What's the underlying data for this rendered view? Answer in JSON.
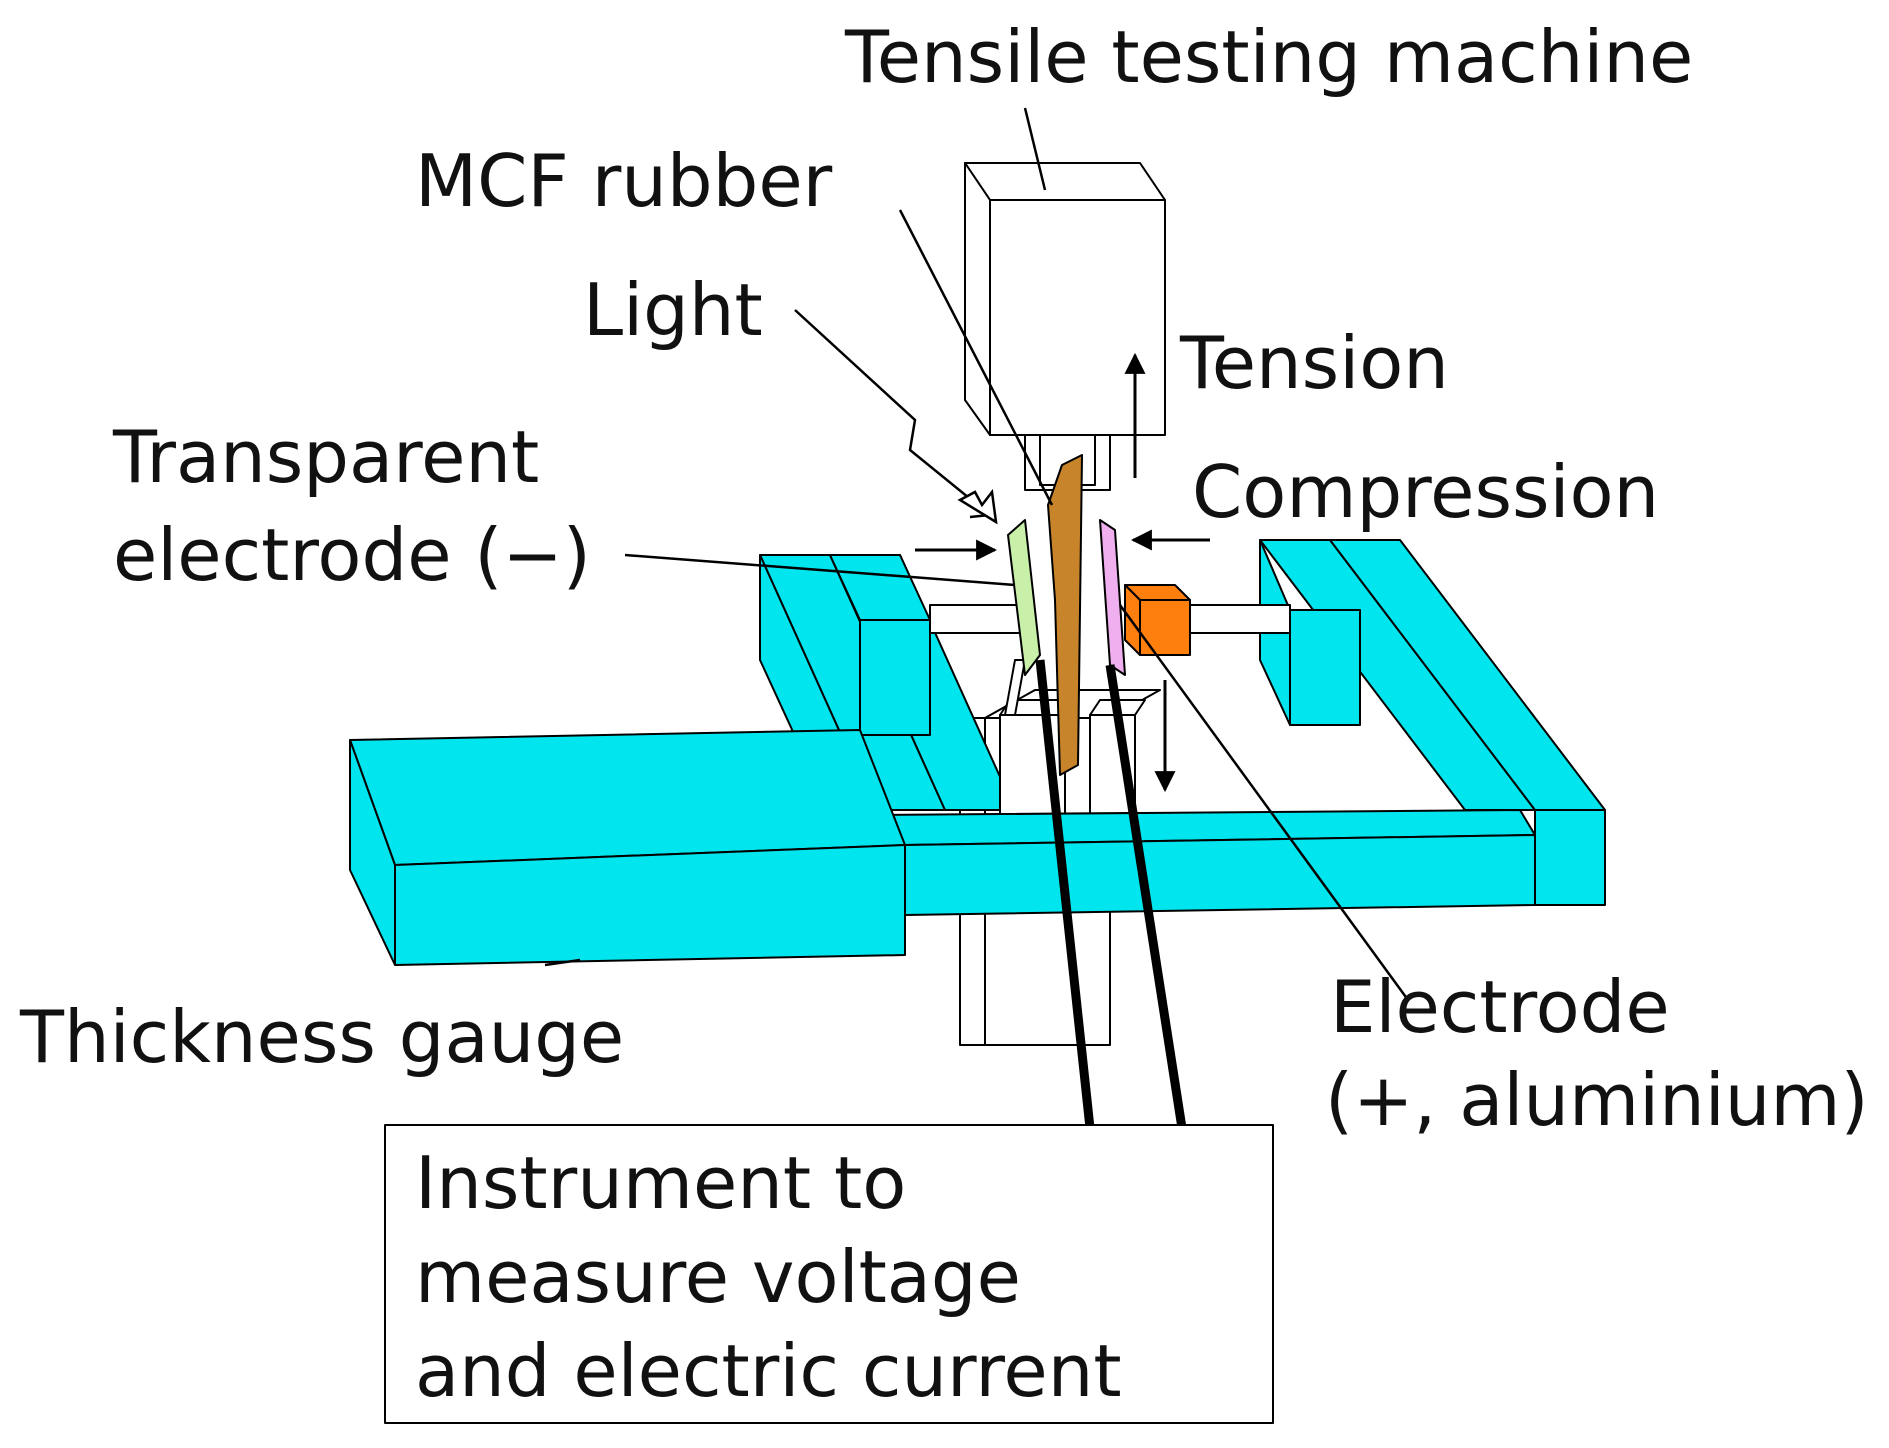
{
  "labels": {
    "tensile_testing_machine": "Tensile testing machine",
    "mcf_rubber": "MCF rubber",
    "light": "Light",
    "tension": "Tension",
    "transparent_electrode_line1": "Transparent",
    "transparent_electrode_line2": "electrode (−)",
    "compression": "Compression",
    "thickness_gauge": "Thickness gauge",
    "electrode_line1": "Electrode",
    "electrode_line2": "(+, aluminium)",
    "instrument_line1": "Instrument to",
    "instrument_line2": "measure voltage",
    "instrument_line3": "and electric current"
  },
  "colors": {
    "frame_cyan": "#00E5EE",
    "rubber": "#C8842A",
    "transparent_electrode": "#C9F0A8",
    "aluminium_electrode": "#F0B0F0",
    "clamp_orange": "#FF7F0E",
    "outline": "#000000"
  }
}
